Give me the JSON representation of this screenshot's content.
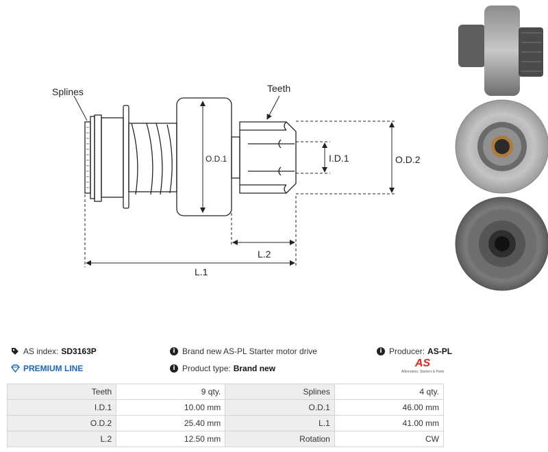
{
  "diagram": {
    "labels": {
      "splines": "Splines",
      "teeth": "Teeth",
      "od1": "O.D.1",
      "id1": "I.D.1",
      "od2": "O.D.2",
      "l2": "L.2",
      "l1": "L.1"
    }
  },
  "info": {
    "as_index_label": "AS index:",
    "as_index_value": "SD3163P",
    "premium_line": "PREMIUM LINE",
    "description": "Brand new AS-PL Starter motor drive",
    "product_type_label": "Product type:",
    "product_type_value": "Brand new",
    "producer_label": "Producer:",
    "producer_value": "AS-PL"
  },
  "logo": {
    "mark": "AS",
    "tagline": "Alternators, Starters & Parts",
    "color": "#e2231a"
  },
  "specs": [
    {
      "l1": "Teeth",
      "v1": "9 qty.",
      "l2": "Splines",
      "v2": "4 qty."
    },
    {
      "l1": "I.D.1",
      "v1": "10.00 mm",
      "l2": "O.D.1",
      "v2": "46.00 mm"
    },
    {
      "l1": "O.D.2",
      "v1": "25.40 mm",
      "l2": "L.1",
      "v2": "41.00 mm"
    },
    {
      "l1": "L.2",
      "v1": "12.50 mm",
      "l2": "Rotation",
      "v2": "CW"
    }
  ]
}
